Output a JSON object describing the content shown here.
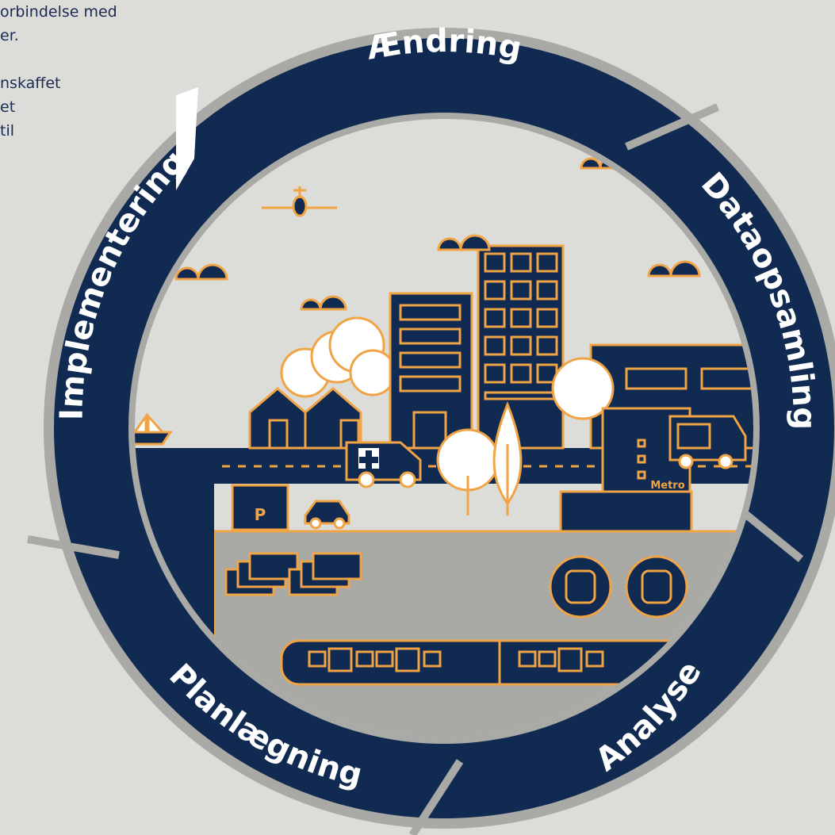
{
  "intro_text": {
    "lines_top": [
      "orbindelse med",
      "er."
    ],
    "lines_bottom": [
      "nskaffet",
      "et",
      "til"
    ]
  },
  "cycle": {
    "stages": [
      {
        "id": "aendring",
        "label": "Ændring"
      },
      {
        "id": "dataopsamling",
        "label": "Dataopsamling"
      },
      {
        "id": "analyse",
        "label": "Analyse"
      },
      {
        "id": "planlaegning",
        "label": "Planlægning"
      },
      {
        "id": "implementering",
        "label": "Implementering"
      }
    ]
  },
  "illustration": {
    "metro_sign": "Metro",
    "parking_sign": "P"
  },
  "colors": {
    "navy": "#102a52",
    "orange": "#f0a445",
    "grey": "#a9a9a6",
    "light": "#dcddd8",
    "white": "#ffffff"
  }
}
